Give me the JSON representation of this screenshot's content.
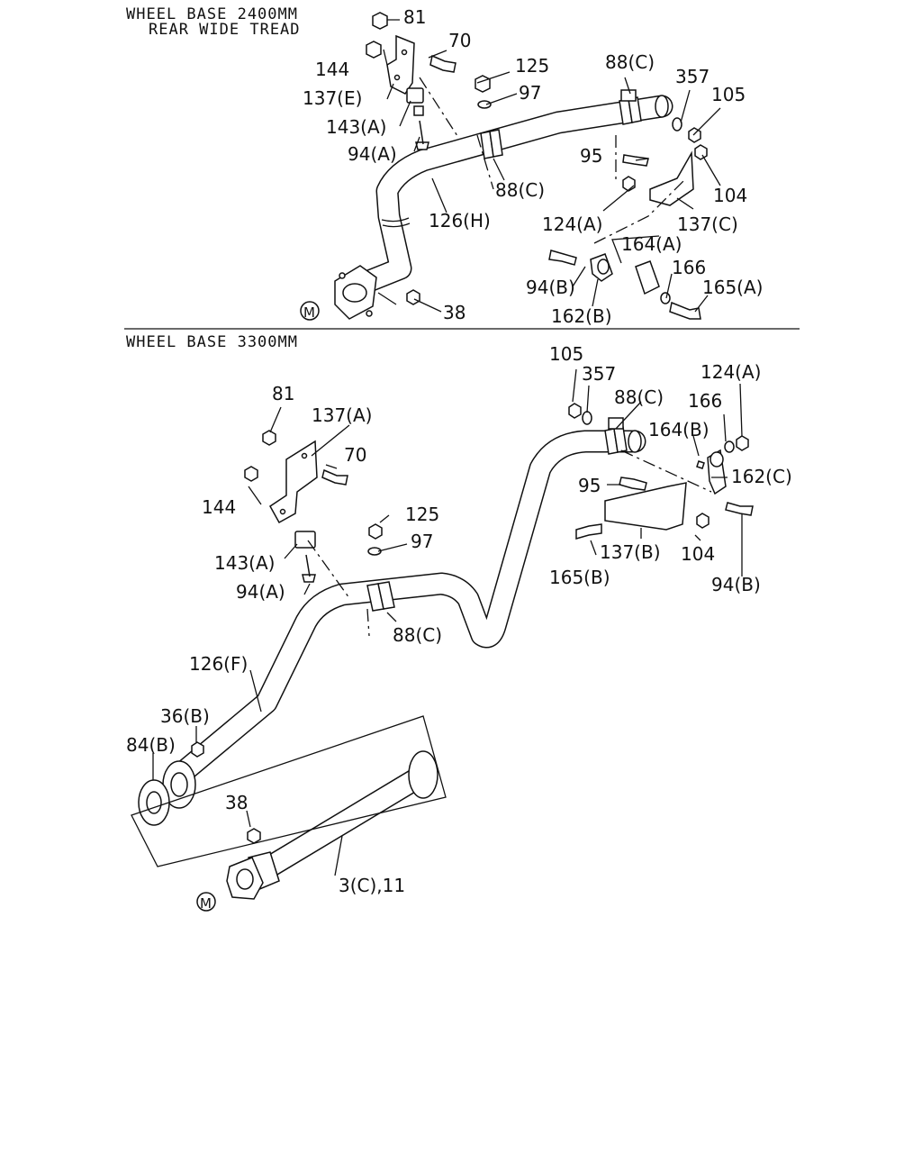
{
  "sections": [
    {
      "title_line1": "WHEEL BASE 2400MM",
      "title_line2": "REAR WIDE TREAD"
    },
    {
      "title_line1": "WHEEL BASE 3300MM"
    }
  ],
  "labels_top": [
    {
      "key": "81",
      "text": "81"
    },
    {
      "key": "70",
      "text": "70"
    },
    {
      "key": "144",
      "text": "144"
    },
    {
      "key": "137e",
      "text": "137(E)"
    },
    {
      "key": "143a",
      "text": "143(A)"
    },
    {
      "key": "94a",
      "text": "94(A)"
    },
    {
      "key": "125",
      "text": "125"
    },
    {
      "key": "97",
      "text": "97"
    },
    {
      "key": "88c_1",
      "text": "88(C)"
    },
    {
      "key": "357",
      "text": "357"
    },
    {
      "key": "105",
      "text": "105"
    },
    {
      "key": "95",
      "text": "95"
    },
    {
      "key": "104",
      "text": "104"
    },
    {
      "key": "88c_2",
      "text": "88(C)"
    },
    {
      "key": "126h",
      "text": "126(H)"
    },
    {
      "key": "124a",
      "text": "124(A)"
    },
    {
      "key": "137c",
      "text": "137(C)"
    },
    {
      "key": "164a",
      "text": "164(A)"
    },
    {
      "key": "166",
      "text": "166"
    },
    {
      "key": "94b",
      "text": "94(B)"
    },
    {
      "key": "165a",
      "text": "165(A)"
    },
    {
      "key": "162b",
      "text": "162(B)"
    },
    {
      "key": "38",
      "text": "38"
    },
    {
      "key": "m",
      "text": "M"
    }
  ],
  "labels_bottom": [
    {
      "key": "105",
      "text": "105"
    },
    {
      "key": "357",
      "text": "357"
    },
    {
      "key": "88c_1",
      "text": "88(C)"
    },
    {
      "key": "124a",
      "text": "124(A)"
    },
    {
      "key": "166",
      "text": "166"
    },
    {
      "key": "164b",
      "text": "164(B)"
    },
    {
      "key": "162c",
      "text": "162(C)"
    },
    {
      "key": "81",
      "text": "81"
    },
    {
      "key": "137a",
      "text": "137(A)"
    },
    {
      "key": "70",
      "text": "70"
    },
    {
      "key": "144",
      "text": "144"
    },
    {
      "key": "125",
      "text": "125"
    },
    {
      "key": "97",
      "text": "97"
    },
    {
      "key": "143a",
      "text": "143(A)"
    },
    {
      "key": "94a",
      "text": "94(A)"
    },
    {
      "key": "95",
      "text": "95"
    },
    {
      "key": "137b",
      "text": "137(B)"
    },
    {
      "key": "104",
      "text": "104"
    },
    {
      "key": "165b",
      "text": "165(B)"
    },
    {
      "key": "94b",
      "text": "94(B)"
    },
    {
      "key": "88c_2",
      "text": "88(C)"
    },
    {
      "key": "126f",
      "text": "126(F)"
    },
    {
      "key": "36b",
      "text": "36(B)"
    },
    {
      "key": "84b",
      "text": "84(B)"
    },
    {
      "key": "38",
      "text": "38"
    },
    {
      "key": "3c11",
      "text": "3(C),11"
    },
    {
      "key": "m",
      "text": "M"
    }
  ]
}
